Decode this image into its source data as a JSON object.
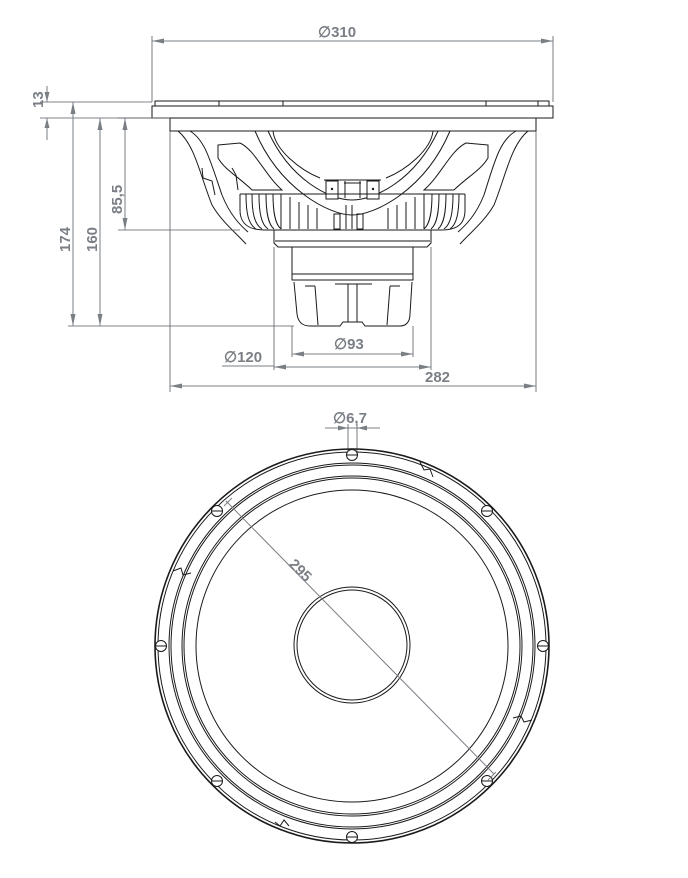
{
  "drawing": {
    "subject": "Loudspeaker woofer technical drawing",
    "colors": {
      "background": "#ffffff",
      "outline": "#1a1a1a",
      "dimension": "#7a7f86"
    },
    "side_view": {
      "dimensions": {
        "outer_diameter": "310",
        "flange_thickness": "13",
        "total_depth": "174",
        "depth_from_flange": "160",
        "basket_depth": "85,5",
        "magnet_diameter": "120",
        "pole_diameter": "93",
        "cutout_diameter": "282"
      }
    },
    "front_view": {
      "dimensions": {
        "mounting_hole_diameter": "6,7",
        "bolt_circle_diameter": "295"
      },
      "mounting_hole_count": 8
    },
    "diameter_symbol": "∅"
  }
}
